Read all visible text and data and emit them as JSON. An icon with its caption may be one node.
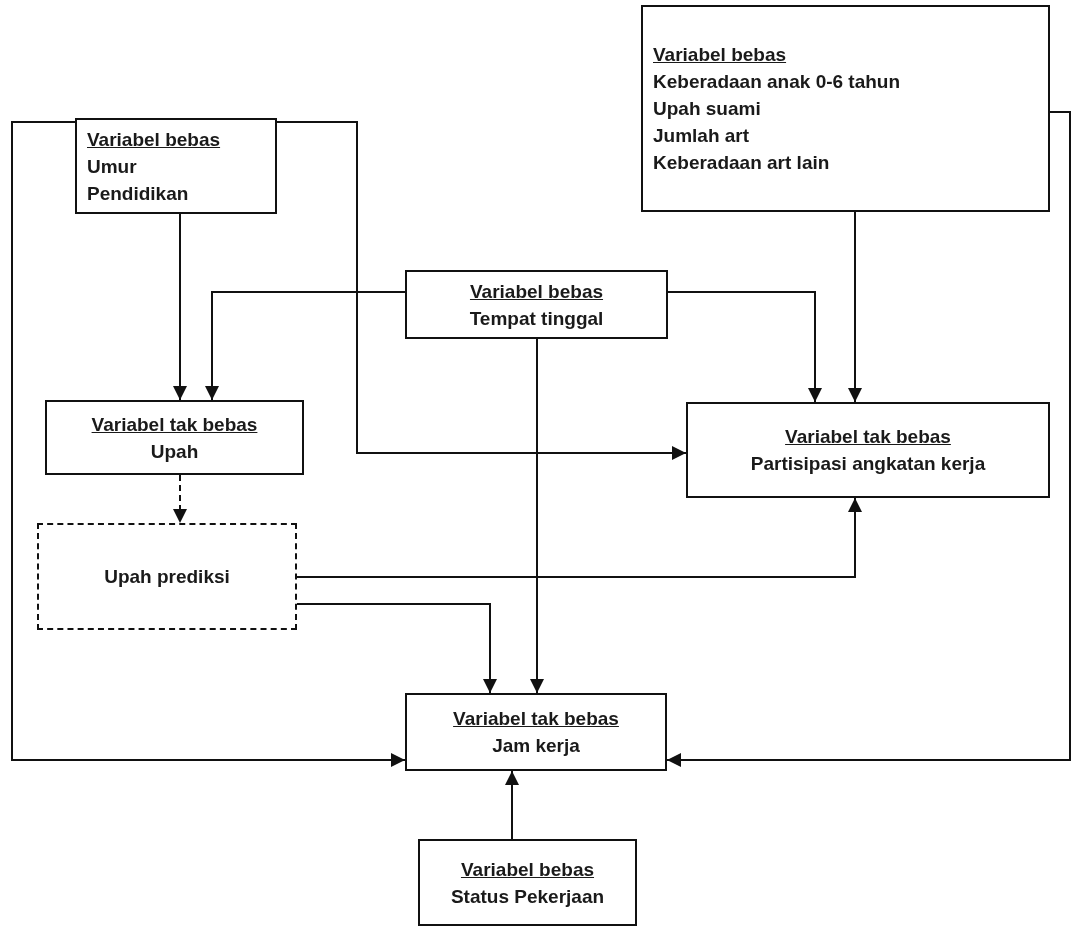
{
  "diagram": {
    "nodes": [
      {
        "text": [
          "Variabel bebas",
          "Umur",
          "Pendidikan"
        ]
      },
      {
        "text": [
          "Variabel bebas",
          "Keberadaan anak 0-6 tahun",
          "Upah suami",
          "Jumlah art",
          "Keberadaan art lain"
        ]
      },
      {
        "text": [
          "Variabel bebas",
          "Tempat tinggal"
        ]
      },
      {
        "text": [
          "Variabel tak bebas",
          "Upah"
        ]
      },
      {
        "text": [
          "Variabel tak bebas",
          "Partisipasi angkatan kerja"
        ]
      },
      {
        "text": [
          "Upah prediksi"
        ]
      },
      {
        "text": [
          "Variabel tak bebas",
          "Jam kerja"
        ]
      },
      {
        "text": [
          "Variabel bebas",
          "Status Pekerjaan"
        ]
      }
    ],
    "edges": [
      {
        "from": 0,
        "to": 3,
        "arrow": "to"
      },
      {
        "from": 0,
        "to": 4,
        "arrow": "to"
      },
      {
        "from": 0,
        "to": 6,
        "arrow": "to"
      },
      {
        "from": 1,
        "to": 4,
        "arrow": "to"
      },
      {
        "from": 1,
        "to": 6,
        "arrow": "to"
      },
      {
        "from": 2,
        "to": 3,
        "arrow": "to"
      },
      {
        "from": 2,
        "to": 4,
        "arrow": "to"
      },
      {
        "from": 2,
        "to": 6,
        "arrow": "to"
      },
      {
        "from": 3,
        "to": 5,
        "arrow": "to",
        "style": "dashed"
      },
      {
        "from": 5,
        "to": 4,
        "arrow": "to"
      },
      {
        "from": 5,
        "to": 6,
        "arrow": "to"
      },
      {
        "from": 7,
        "to": 6,
        "arrow": "to"
      }
    ]
  }
}
